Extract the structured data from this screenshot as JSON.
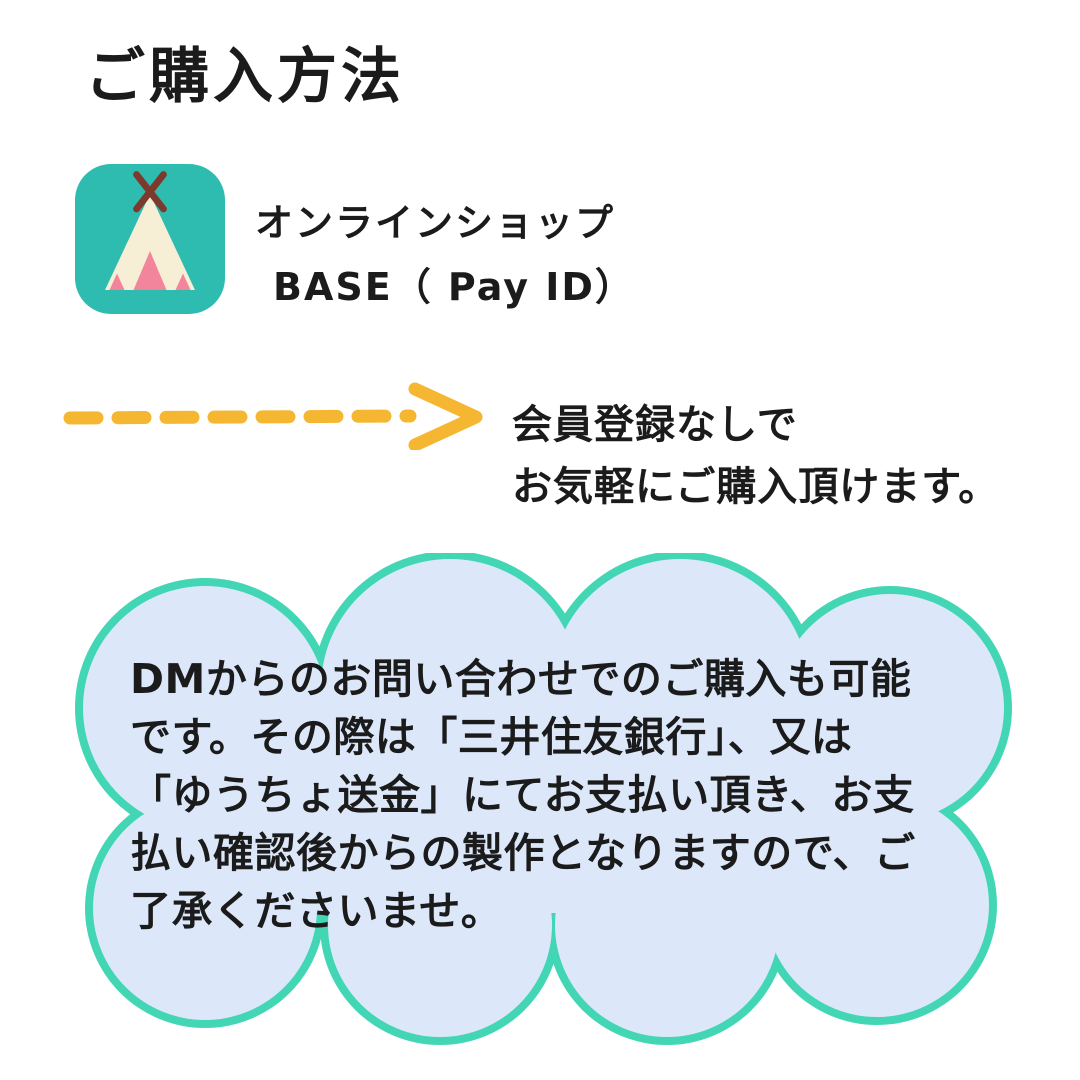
{
  "page": {
    "title": "ご購入方法"
  },
  "shop": {
    "icon_name": "base-teepee-app-icon",
    "line1": "オンラインショップ",
    "line2": "BASE（ Pay ID）"
  },
  "arrow": {
    "note_line1": "会員登録なしで",
    "note_line2": "お気軽にご購入頂けます。"
  },
  "bubble": {
    "lines": [
      "DMからのお問い合わせでのご購入も可能",
      "です。その際は「三井住友銀行」、又は",
      "「ゆうちょ送金」にてお支払い頂き、お支",
      "払い確認後からの製作となりますので、ご",
      "了承くださいませ。"
    ]
  },
  "colors": {
    "accent_teal": "#2fbcb0",
    "cloud_border": "#43d6b5",
    "cloud_fill": "#dce8fa",
    "arrow_yellow": "#f5b731",
    "text": "#1b1b1b"
  }
}
